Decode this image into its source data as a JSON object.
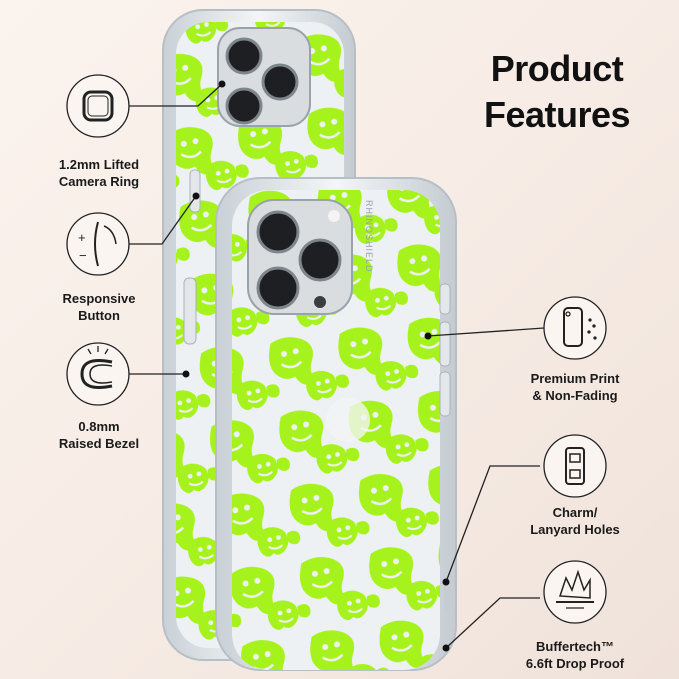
{
  "heading": {
    "line1": "Product",
    "line2": "Features"
  },
  "features": [
    {
      "icon": "camera-ring-icon",
      "line1": "1.2mm Lifted",
      "line2": "Camera Ring"
    },
    {
      "icon": "button-icon",
      "line1": "Responsive",
      "line2": "Button"
    },
    {
      "icon": "bezel-icon",
      "line1": "0.8mm",
      "line2": "Raised Bezel"
    },
    {
      "icon": "print-icon",
      "line1": "Premium Print",
      "line2": "& Non-Fading"
    },
    {
      "icon": "lanyard-icon",
      "line1": "Charm/",
      "line2": "Lanyard Holes"
    },
    {
      "icon": "drop-proof-icon",
      "line1": "Buffertech™",
      "line2": "6.6ft Drop Proof"
    }
  ],
  "brand_mark": "RHINOSHIELD",
  "colors": {
    "pattern": "#a6f21c",
    "outline": "#222222",
    "case_edge": "#d7dde2"
  }
}
